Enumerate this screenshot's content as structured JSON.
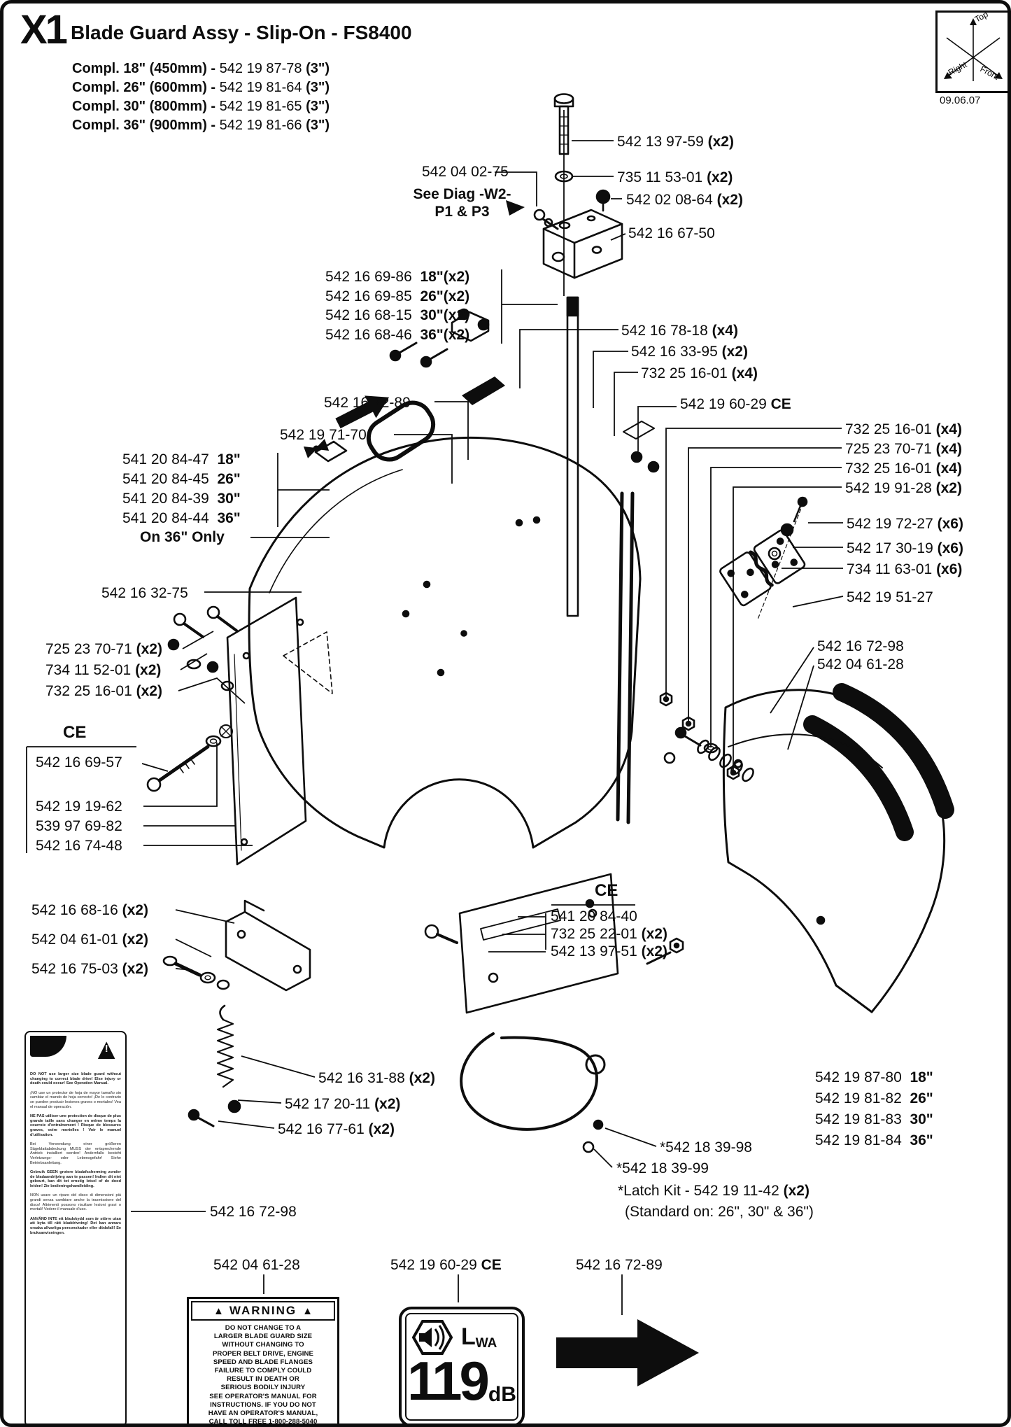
{
  "header": {
    "index": "X1",
    "title": "Blade Guard Assy - Slip-On - FS8400",
    "date": "09.06.07",
    "compl": [
      {
        "pre": "Compl. 18\" (450mm) -",
        "num": "542 19 87-78",
        "suf": "(3\")"
      },
      {
        "pre": "Compl. 26\" (600mm) -",
        "num": "542 19 81-64",
        "suf": "(3\")"
      },
      {
        "pre": "Compl. 30\" (800mm) -",
        "num": "542 19 81-65",
        "suf": "(3\")"
      },
      {
        "pre": "Compl. 36\" (900mm) -",
        "num": "542 19 81-66",
        "suf": "(3\")"
      }
    ]
  },
  "compass": {
    "top": "Top",
    "right": "Right",
    "front": "Front"
  },
  "parts": {
    "bolt_top": {
      "num": "542 13 97-59",
      "qty": "(x2)"
    },
    "washer_top": {
      "num": "735 11 53-01",
      "qty": "(x2)"
    },
    "plug": {
      "num": "542 02 08-64",
      "qty": "(x2)"
    },
    "block": {
      "num": "542 16 67-50"
    },
    "grease": {
      "num": "542 04 02-75"
    },
    "see_diag": {
      "line1": "See Diag -W2-",
      "line2": "P1 & P3"
    },
    "rods": [
      {
        "num": "542 16 69-86",
        "size": "18\"(x2)"
      },
      {
        "num": "542 16 69-85",
        "size": "26\"(x2)"
      },
      {
        "num": "542 16 68-15",
        "size": "30\"(x2)"
      },
      {
        "num": "542 16 68-46",
        "size": "36\"(x2)"
      }
    ],
    "pin": {
      "num": "542 16 78-18",
      "qty": "(x4)"
    },
    "clamp": {
      "num": "542 16 33-95",
      "qty": "(x2)"
    },
    "nut_top": {
      "num": "732 25 16-01",
      "qty": "(x4)"
    },
    "cover_top": {
      "num": "542 16 72-89"
    },
    "ce_band": {
      "num": "542 19 60-29",
      "suffix": "CE"
    },
    "bracket_top": {
      "num": "542 19 71-70"
    },
    "right_col": [
      {
        "num": "732 25 16-01",
        "qty": "(x4)"
      },
      {
        "num": "725 23 70-71",
        "qty": "(x4)"
      },
      {
        "num": "732 25 16-01",
        "qty": "(x4)"
      },
      {
        "num": "542 19 91-28",
        "qty": "(x2)"
      }
    ],
    "fronts": [
      {
        "num": "541 20 84-47",
        "size": "18\""
      },
      {
        "num": "541 20 84-45",
        "size": "26\""
      },
      {
        "num": "541 20 84-39",
        "size": "30\""
      },
      {
        "num": "541 20 84-44",
        "size": "36\""
      }
    ],
    "on36": "On 36\" Only",
    "hinge_bolt": {
      "num": "542 19 72-27",
      "qty": "(x6)"
    },
    "hinge_nut": {
      "num": "542 17 30-19",
      "qty": "(x6)"
    },
    "hinge_washer": {
      "num": "734 11 63-01",
      "qty": "(x6)"
    },
    "hinge": {
      "num": "542 19 51-27"
    },
    "plate_left": {
      "num": "542 16 32-75"
    },
    "rear1": {
      "num": "542 16 72-98"
    },
    "rear2": {
      "num": "542 04 61-28"
    },
    "left_bolts": [
      {
        "num": "725 23 70-71",
        "qty": "(x2)"
      },
      {
        "num": "734 11 52-01",
        "qty": "(x2)"
      },
      {
        "num": "732 25 16-01",
        "qty": "(x2)"
      }
    ],
    "ce_left": {
      "title": "CE",
      "items": [
        "542 16 69-57",
        "542 19 19-62",
        "539 97 69-82",
        "542 16 74-48"
      ]
    },
    "bottom_left": [
      {
        "num": "542 16 68-16",
        "qty": "(x2)"
      },
      {
        "num": "542 04 61-01",
        "qty": "(x2)"
      },
      {
        "num": "542 16 75-03",
        "qty": "(x2)"
      }
    ],
    "ce_mid": {
      "title": "CE",
      "item1": "541 20 84-40",
      "item2": {
        "num": "732 25 22-01",
        "qty": "(x2)"
      },
      "item3": {
        "num": "542 13 97-51",
        "qty": "(x2)"
      }
    },
    "springs": [
      {
        "num": "542 16 31-88",
        "qty": "(x2)"
      },
      {
        "num": "542 17 20-11",
        "qty": "(x2)"
      },
      {
        "num": "542 16 77-61",
        "qty": "(x2)"
      }
    ],
    "sizes_right": [
      {
        "num": "542 19 87-80",
        "size": "18\""
      },
      {
        "num": "542 19 81-82",
        "size": "26\""
      },
      {
        "num": "542 19 81-83",
        "size": "30\""
      },
      {
        "num": "542 19 81-84",
        "size": "36\""
      }
    ],
    "latch_a": {
      "num": "*542 18 39-98"
    },
    "latch_b": {
      "num": "*542 18 39-99"
    },
    "latch_kit": {
      "line1_pre": "*Latch Kit - 542 19 11-42",
      "line1_qty": "(x2)",
      "line2": "(Standard on: 26\", 30\" & 36\")"
    },
    "decal_left_pn": {
      "num": "542 16 72-98"
    },
    "bottom_row": {
      "a": "542 04 61-28",
      "b_num": "542 19 60-29",
      "b_suffix": "CE",
      "c": "542 16 72-89"
    }
  },
  "warning_label": {
    "tri": "▲",
    "title": "WARNING",
    "lines": [
      "DO NOT CHANGE TO A",
      "LARGER BLADE GUARD SIZE",
      "WITHOUT CHANGING TO",
      "PROPER BELT DRIVE, ENGINE",
      "SPEED AND BLADE FLANGES",
      "FAILURE TO COMPLY COULD",
      "RESULT IN DEATH OR",
      "SERIOUS BODILY INJURY",
      "SEE OPERATOR'S MANUAL FOR",
      "INSTRUCTIONS. IF YOU DO NOT",
      "HAVE AN OPERATOR'S MANUAL,",
      "CALL TOLL FREE 1-800-288-5040"
    ]
  },
  "noise_label": {
    "symbol": "L",
    "symbol_sub": "WA",
    "value": "119",
    "unit": "dB"
  },
  "safety_decal": {
    "tri": "▲",
    "mark": "!",
    "paragraphs": [
      "DO NOT use larger size blade guard without changing to correct blade drive! Else injury or death could occur! See Operation Manual.",
      "¡NO use un protector de hoja de mayor tamaño sin cambiar el mando de hoja correcto! ¡De lo contrario se pueden producir lesiones graves o mortales! Vea el manual de operación.",
      "NE PAS utiliser une protection de disque de plus grande taille sans changer en même temps la courroie d'entraînement ! Risque de blessures graves, voire mortelles ! Voir le manuel d'utilisation.",
      "Bei Verwendung einer größeren Sägeblattabdeckung MUSS der entsprechende Antrieb installiert werden! Andernfalls besteht Verletzungs- oder Lebensgefahr! Siehe Betriebsanleitung.",
      "Gebruik GEEN grotere bladafscherming zonder de bladaandrijving aan te passen! Indien dit niet gebeurt, kan dit tot ernstig letsel of de dood leiden! Zie bedieningshandleiding.",
      "NON usare un riparo del disco di dimensioni più grandi senza cambiare anche la trasmissione del disco! Altrimenti possono risultare lesioni gravi o mortali! Vedere il manuale d'uso.",
      "ANVÄND INTE ett bladskydd som är större utan att byta till rätt bladdrivning! Det kan annars orsaka allvarliga personskador eller dödsfall! Se bruksanvisningen."
    ]
  }
}
